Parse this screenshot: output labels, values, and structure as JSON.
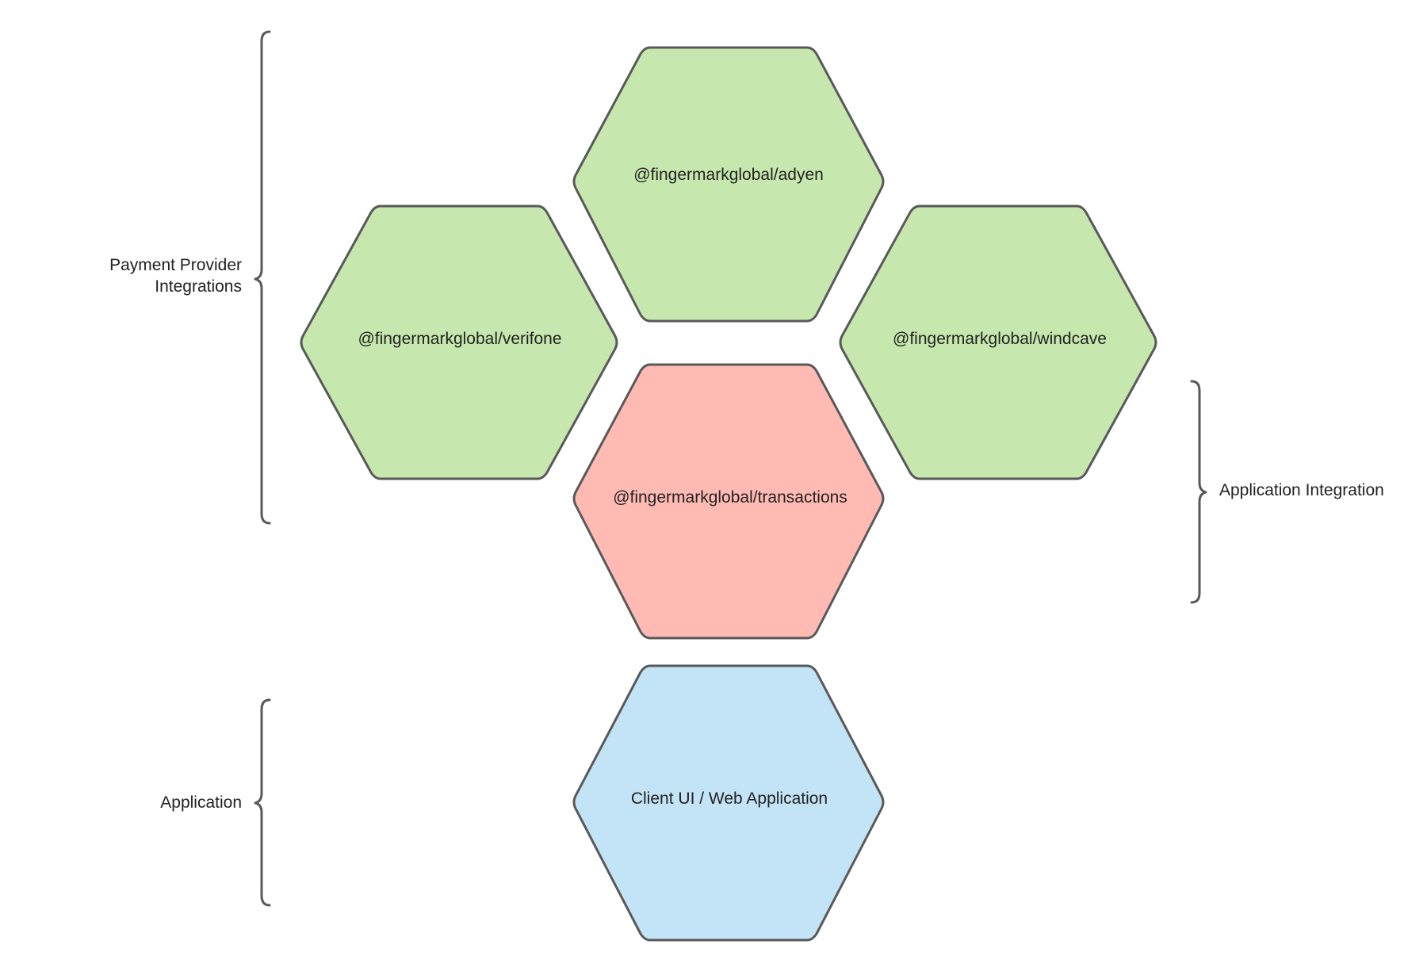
{
  "colors": {
    "integration_fill": "#c6e8ae",
    "core_fill": "#ffbab3",
    "application_fill": "#c3e4f6",
    "outline": "#595959",
    "text": "#222222"
  },
  "nodes": {
    "adyen": {
      "label": "@fingermarkglobal/adyen"
    },
    "verifone": {
      "label": "@fingermarkglobal/verifone"
    },
    "windcave": {
      "label": "@fingermarkglobal/windcave"
    },
    "transactions": {
      "label": "@fingermarkglobal/transactions"
    },
    "client": {
      "label": "Client UI / Web Application"
    }
  },
  "groups": {
    "payment_providers": {
      "line1": "Payment Provider",
      "line2": "Integrations"
    },
    "application_integration": {
      "label": "Application Integration"
    },
    "application": {
      "label": "Application"
    }
  }
}
